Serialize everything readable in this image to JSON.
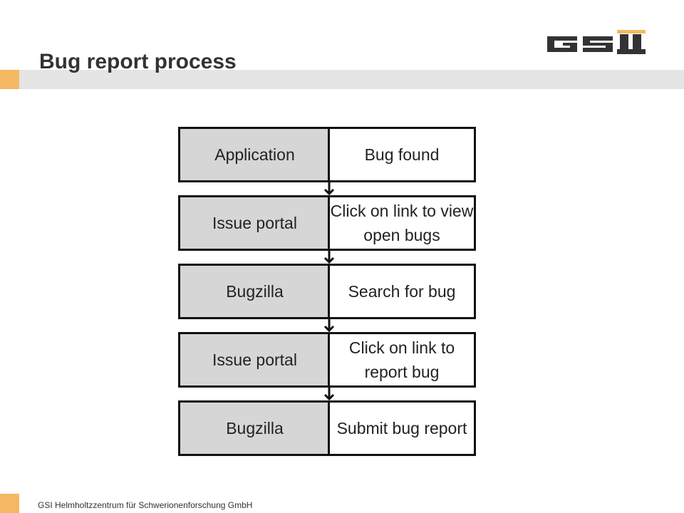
{
  "header": {
    "title": "Bug report process"
  },
  "logo": {
    "text": "GSI"
  },
  "process": {
    "steps": [
      {
        "system": "Application",
        "action": "Bug found"
      },
      {
        "system": "Issue portal",
        "action": "Click on link to view open bugs"
      },
      {
        "system": "Bugzilla",
        "action": "Search for bug"
      },
      {
        "system": "Issue portal",
        "action": "Click on link to report bug"
      },
      {
        "system": "Bugzilla",
        "action": "Submit bug report"
      }
    ]
  },
  "footer": {
    "text": "GSI Helmholtzzentrum  für Schwerionenforschung GmbH"
  },
  "colors": {
    "accent": "#f4b862",
    "title_bar": "#e5e5e5",
    "system_fill": "#d6d6d6"
  }
}
